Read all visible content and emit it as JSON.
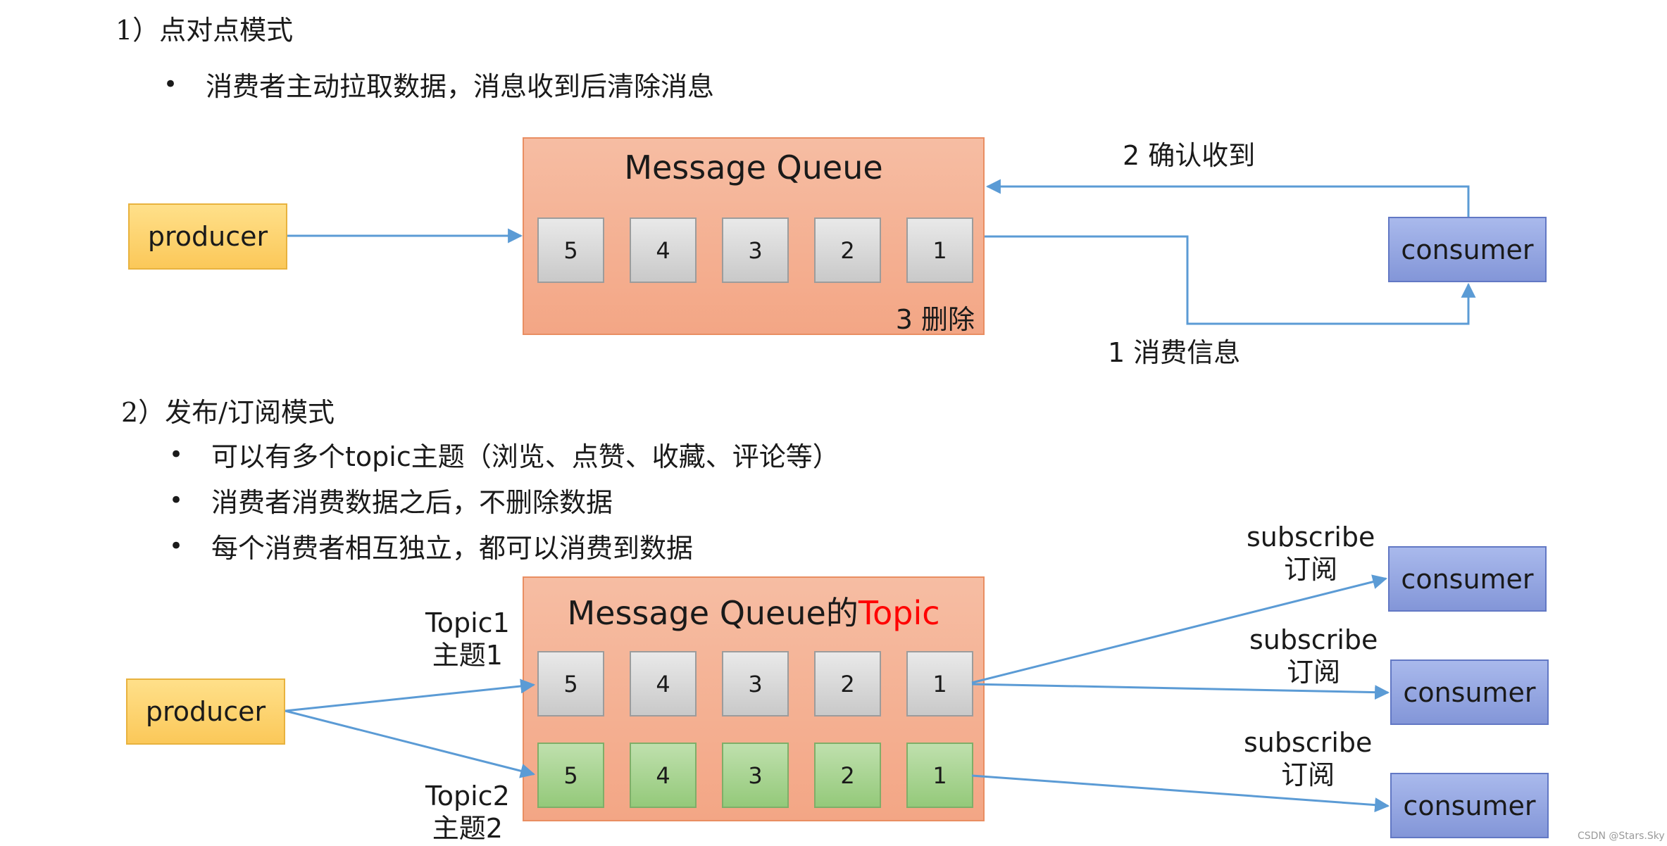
{
  "section1": {
    "heading": "1）点对点模式",
    "bullets": [
      "消费者主动拉取数据，消息收到后清除消息"
    ]
  },
  "diagram1": {
    "producer": "producer",
    "queue_title": "Message Queue",
    "cells": [
      "5",
      "4",
      "3",
      "2",
      "1"
    ],
    "delete_label": "3 删除",
    "consumer": "consumer",
    "ack_label": "2 确认收到",
    "consume_label": "1 消费信息"
  },
  "section2": {
    "heading": "2）发布/订阅模式",
    "bullets": [
      "可以有多个topic主题（浏览、点赞、收藏、评论等）",
      "消费者消费数据之后，不删除数据",
      "每个消费者相互独立，都可以消费到数据"
    ]
  },
  "diagram2": {
    "producer": "producer",
    "queue_title_prefix": "Message Queue的",
    "queue_title_highlight": "Topic",
    "highlight_color": "#ff0000",
    "topic1_label": [
      "Topic1",
      "主题1"
    ],
    "topic2_label": [
      "Topic2",
      "主题2"
    ],
    "topic1_cells": [
      "5",
      "4",
      "3",
      "2",
      "1"
    ],
    "topic2_cells": [
      "5",
      "4",
      "3",
      "2",
      "1"
    ],
    "subscribe_labels": [
      [
        "subscribe",
        "订阅"
      ],
      [
        "subscribe",
        "订阅"
      ],
      [
        "subscribe",
        "订阅"
      ]
    ],
    "consumers": [
      "consumer",
      "consumer",
      "consumer"
    ]
  },
  "watermark": "CSDN @Stars.Sky",
  "colors": {
    "arrow": "#5b9bd5",
    "producer": "#fcd36e",
    "consumer": "#8fa2e0",
    "queue": "#f4ad8e",
    "topic1_cell": "#d6d6d6",
    "topic2_cell": "#a9d494"
  }
}
